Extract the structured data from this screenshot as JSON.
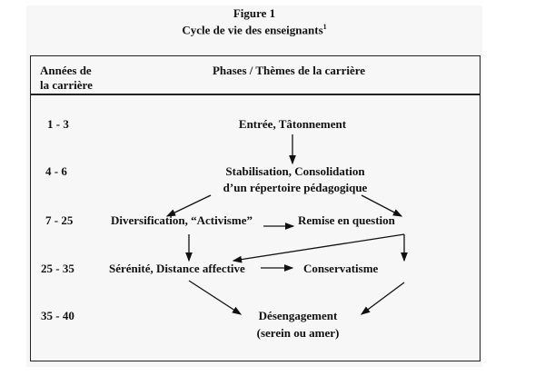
{
  "figure": {
    "label": "Figure 1",
    "title": "Cycle de vie des enseignants",
    "footnote_mark": "1"
  },
  "header": {
    "years_line1": "Années de",
    "years_line2": "la carrière",
    "phases": "Phases / Thèmes de la carrière"
  },
  "rows": [
    {
      "years": "1 - 3",
      "phases": [
        "Entrée, Tâtonnement"
      ]
    },
    {
      "years": "4 - 6",
      "phases": [
        "Stabilisation, Consolidation",
        "d’un répertoire pédagogique"
      ]
    },
    {
      "years": "7 - 25",
      "phases": [
        "Diversification, “Activisme”",
        "Remise en question"
      ]
    },
    {
      "years": "25 - 35",
      "phases": [
        "Sérénité, Distance affective",
        "Conservatisme"
      ]
    },
    {
      "years": "35 - 40",
      "phases": [
        "Désengagement",
        "(serein ou amer)"
      ]
    }
  ]
}
